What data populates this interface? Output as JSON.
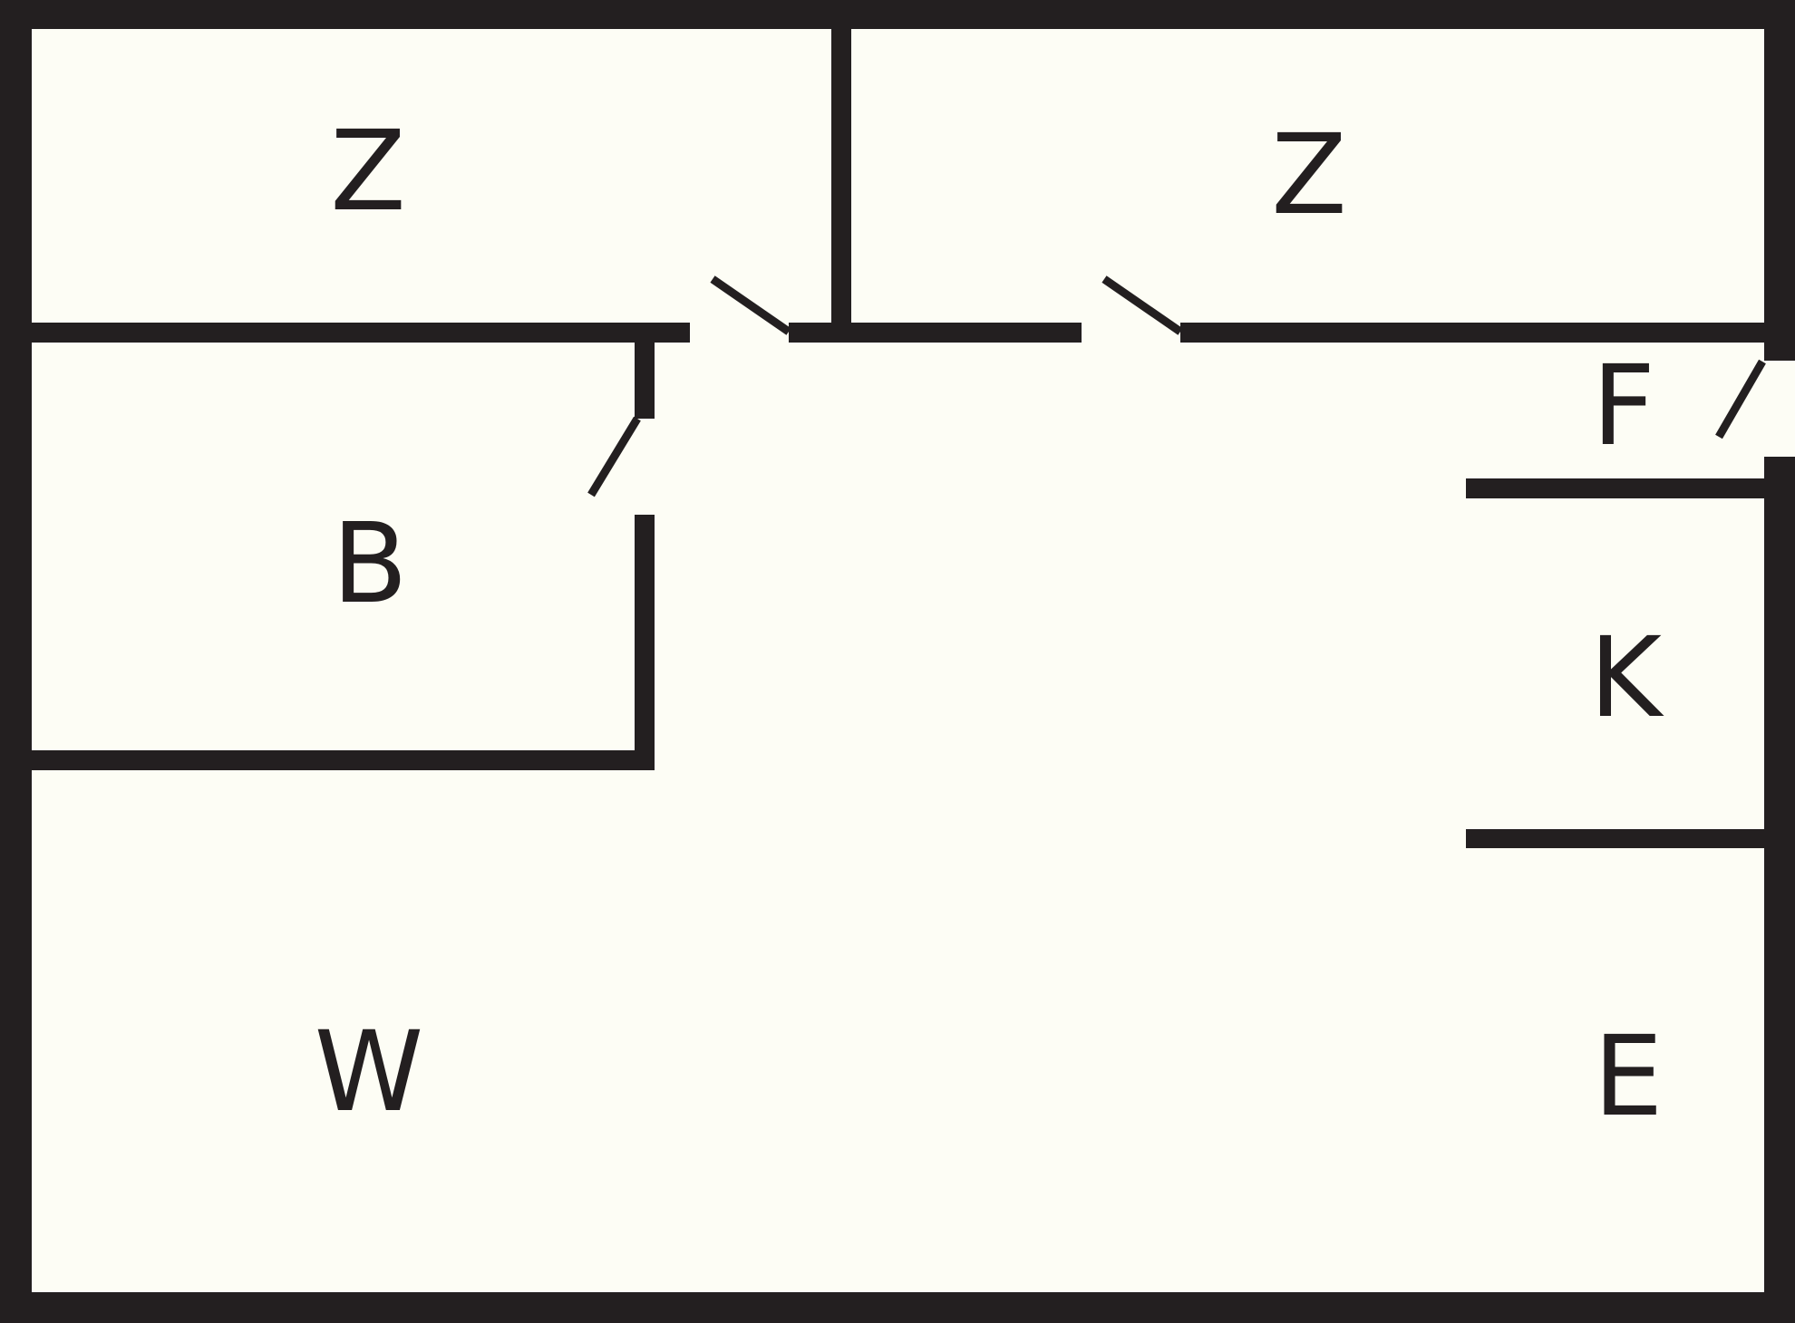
{
  "colors": {
    "wall": "#231F20",
    "floor": "#FDFDF5"
  },
  "rooms": {
    "room_z1": {
      "label": "Z"
    },
    "room_z2": {
      "label": "Z"
    },
    "room_b": {
      "label": "B"
    },
    "room_f": {
      "label": "F"
    },
    "room_k": {
      "label": "K"
    },
    "room_w": {
      "label": "W"
    },
    "room_e": {
      "label": "E"
    }
  }
}
